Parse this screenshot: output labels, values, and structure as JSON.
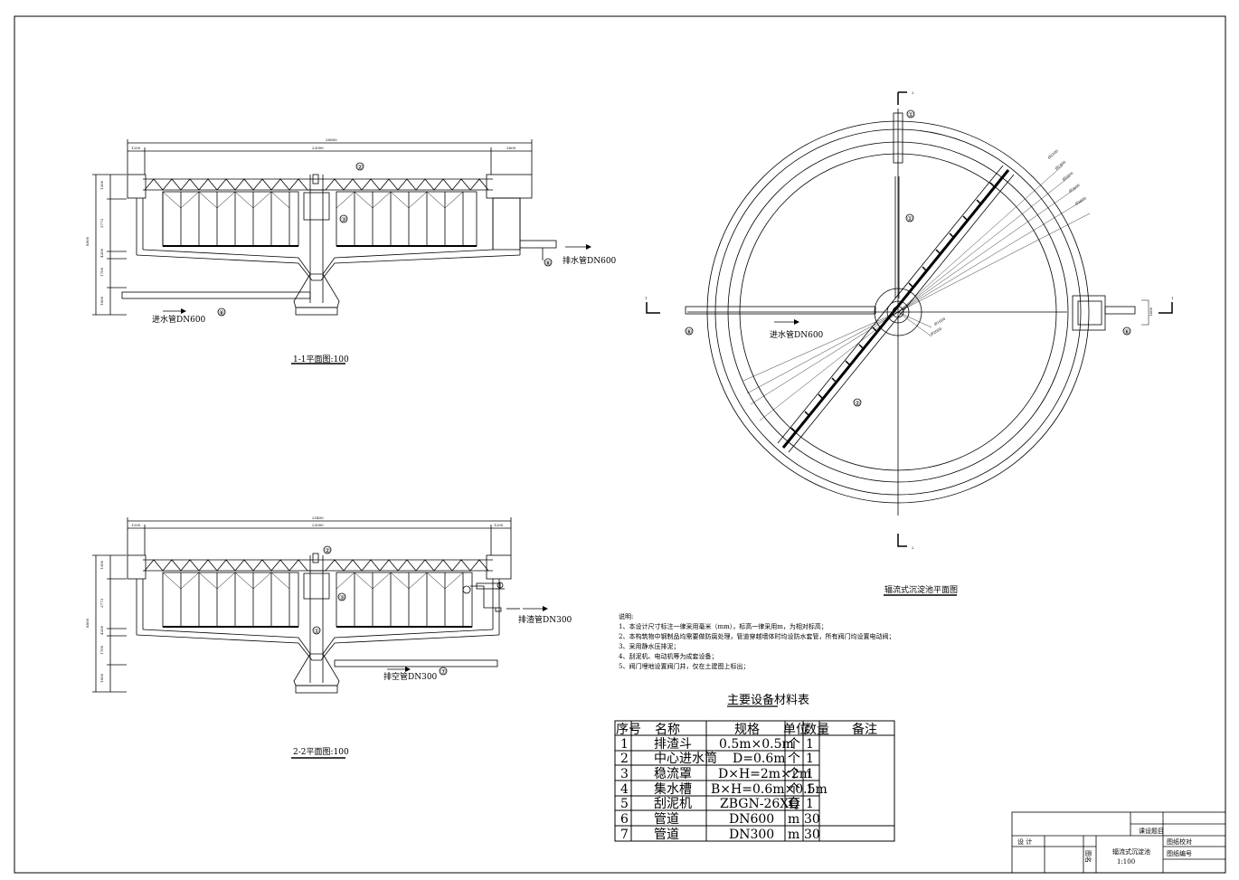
{
  "sections": {
    "s11": {
      "caption": "1-1平面图:100",
      "dim_total": "26800",
      "dim_left": "1200",
      "dim_mid": "23000",
      "dim_right": "2600",
      "vdims": [
        "1300",
        "3773",
        "4200",
        "1700",
        "1800"
      ],
      "vdim_total": "8800",
      "inlet_label": "进水管DN600",
      "outlet_label": "排水管DN600",
      "markers": [
        "②",
        "③",
        "⑥",
        "⑥"
      ]
    },
    "s22": {
      "caption": "2-2平面图:100",
      "dim_total": "25400",
      "dim_left": "1200",
      "dim_mid": "23000",
      "dim_right": "1200",
      "vdims": [
        "1300",
        "3773",
        "4200",
        "1700",
        "1800"
      ],
      "vdim_total": "8800",
      "slag_label": "排渣管DN300",
      "drain_label": "排空管DN300",
      "markers": [
        "②",
        "③",
        "①",
        "⑦"
      ]
    },
    "plan": {
      "caption": "辐流式沉淀池平面图",
      "inlet_label": "进水管DN600",
      "markers": [
        "①",
        "①",
        "②",
        "⑥",
        "⑥"
      ],
      "cut_labels": [
        "2",
        "2",
        "1",
        "1"
      ],
      "dim_radial": [
        "Ø2200",
        "Ø2400",
        "Ø3000",
        "Ø2600",
        "Ø3600"
      ],
      "dim_center": [
        "Ø1600",
        "Ø2000"
      ],
      "dim_side": "1800"
    }
  },
  "notes": {
    "title": "说明:",
    "items": [
      "1、本设计尺寸标注一律采用毫米（mm），标高一律采用m，为相对标高；",
      "2、本构筑物中钢制品均需要做防腐处理，管道穿越墙体时均设防水套管，所有阀门均设置电动阀；",
      "3、采用静水压排泥；",
      "4、刮泥机、电动机等为成套设备；",
      "5、阀门埋地设置阀门井，仅在土建图上标出；"
    ]
  },
  "equipment_table": {
    "title": "主要设备材料表",
    "headers": [
      "序号",
      "名称",
      "规格",
      "单位",
      "数量",
      "备注"
    ],
    "rows": [
      [
        "1",
        "排渣斗",
        "0.5m×0.5m",
        "个",
        "1",
        ""
      ],
      [
        "2",
        "中心进水筒",
        "D=0.6m",
        "个",
        "1",
        ""
      ],
      [
        "3",
        "稳流罩",
        "D×H=2m×2m",
        "个",
        "1",
        ""
      ],
      [
        "4",
        "集水槽",
        "B×H=0.6m×0.5m",
        "个",
        "1",
        ""
      ],
      [
        "5",
        "刮泥机",
        "ZBGN-26XQ",
        "套",
        "1",
        ""
      ],
      [
        "6",
        "管道",
        "DN600",
        "m",
        "30",
        ""
      ],
      [
        "7",
        "管道",
        "DN300",
        "m",
        "30",
        ""
      ]
    ]
  },
  "title_block": {
    "project": "课设题目",
    "design": "设 计",
    "drawing_label": "图名",
    "drawing_name": "辐流式沉淀池",
    "scale": "1:100",
    "check": "图纸校对",
    "number": "图纸编号"
  }
}
